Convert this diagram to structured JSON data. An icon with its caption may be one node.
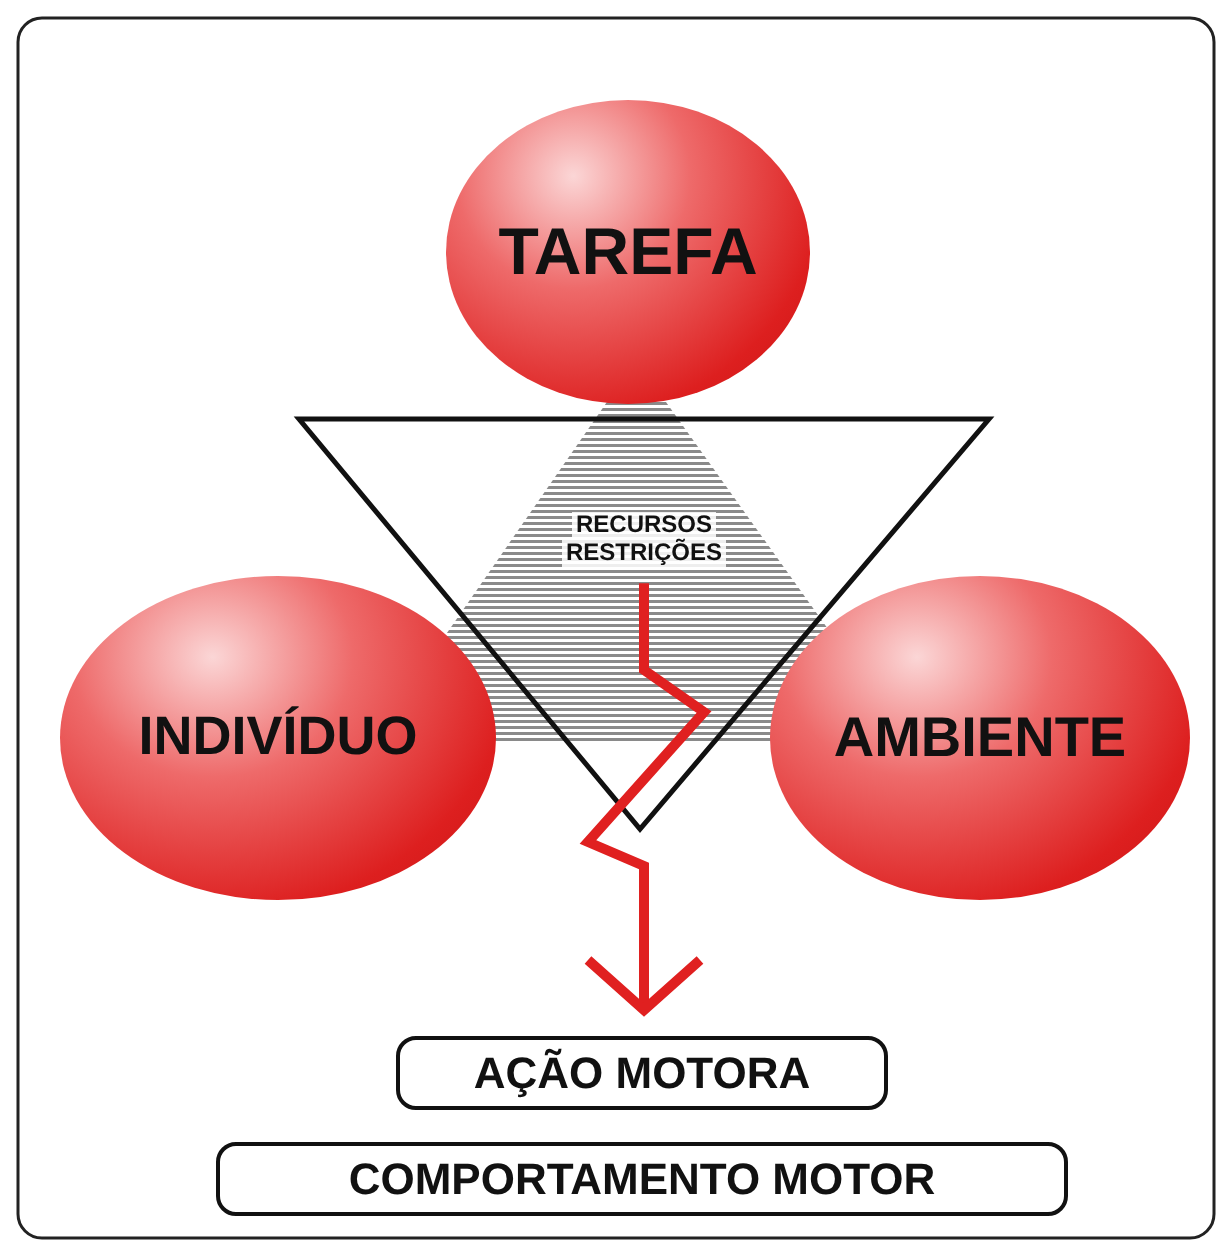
{
  "diagram": {
    "nodes": [
      {
        "text": [
          "TAREFA"
        ]
      },
      {
        "text": [
          "RECURSOS",
          "RESTRIÇÕES"
        ]
      },
      {
        "text": [
          "INDIVÍDUO"
        ]
      },
      {
        "text": [
          "AMBIENTE"
        ]
      },
      {
        "text": [
          "AÇÃO MOTORA"
        ]
      },
      {
        "text": [
          "COMPORTAMENTO MOTOR"
        ]
      }
    ],
    "edges": [
      {
        "from": 1,
        "to": 4,
        "arrow": "to"
      }
    ]
  }
}
